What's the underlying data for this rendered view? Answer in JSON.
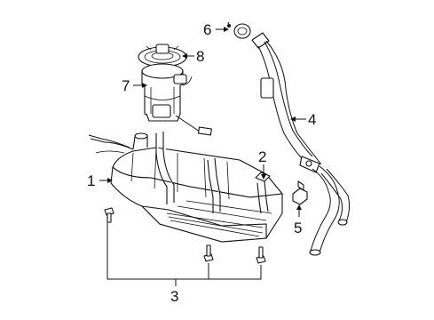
{
  "diagram": {
    "callouts": [
      {
        "id": "1",
        "label": "1"
      },
      {
        "id": "2",
        "label": "2"
      },
      {
        "id": "3",
        "label": "3"
      },
      {
        "id": "4",
        "label": "4"
      },
      {
        "id": "5",
        "label": "5"
      },
      {
        "id": "6",
        "label": "6"
      },
      {
        "id": "7",
        "label": "7"
      },
      {
        "id": "8",
        "label": "8"
      }
    ],
    "parts": [
      {
        "callout": "1",
        "icon": "fuel-tank-icon"
      },
      {
        "callout": "2",
        "icon": "tank-strap-icon"
      },
      {
        "callout": "3",
        "icon": "bolt-icon"
      },
      {
        "callout": "4",
        "icon": "filler-pipe-icon"
      },
      {
        "callout": "5",
        "icon": "nut-icon"
      },
      {
        "callout": "6",
        "icon": "lock-ring-icon"
      },
      {
        "callout": "7",
        "icon": "fuel-pump-module-icon"
      },
      {
        "callout": "8",
        "icon": "pump-seal-icon"
      }
    ]
  }
}
